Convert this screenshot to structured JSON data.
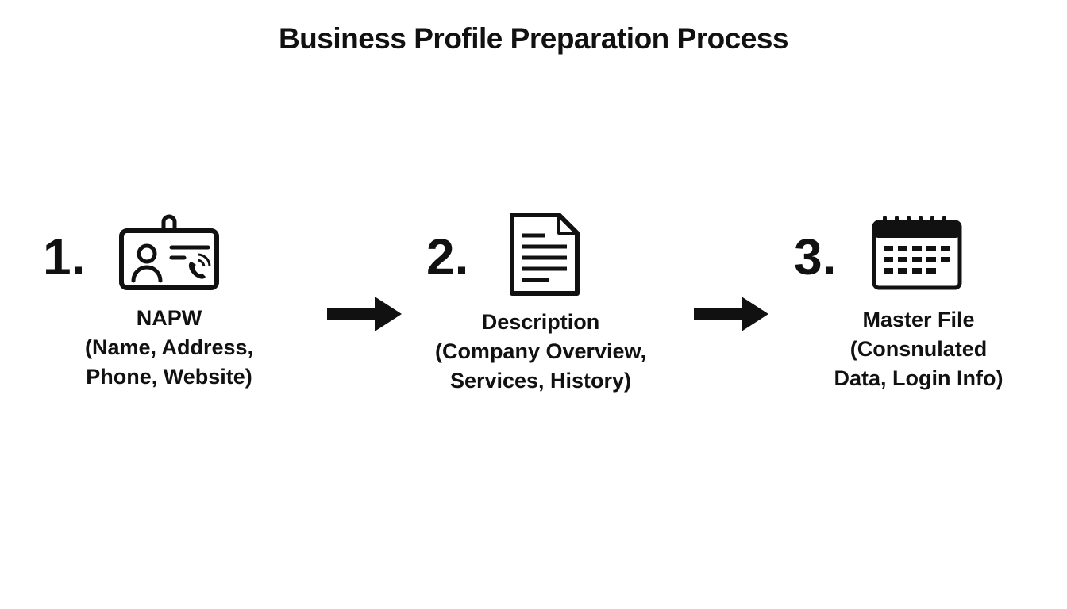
{
  "title": "Business Profile Preparation Process",
  "steps": [
    {
      "number": "1.",
      "icon": "id-badge-phone-icon",
      "heading": "NAPW",
      "detail_lines": [
        "(Name, Address,",
        "Phone, Website)"
      ]
    },
    {
      "number": "2.",
      "icon": "document-icon",
      "heading": "Description",
      "detail_lines": [
        "(Company Overview,",
        "Services, History)"
      ]
    },
    {
      "number": "3.",
      "icon": "calendar-icon",
      "heading": "Master File",
      "detail_lines": [
        "(Consnulated",
        "Data, Login Info)"
      ]
    }
  ],
  "connectors": [
    "arrow-right",
    "arrow-right"
  ],
  "colors": {
    "foreground": "#111111",
    "background": "#ffffff"
  }
}
